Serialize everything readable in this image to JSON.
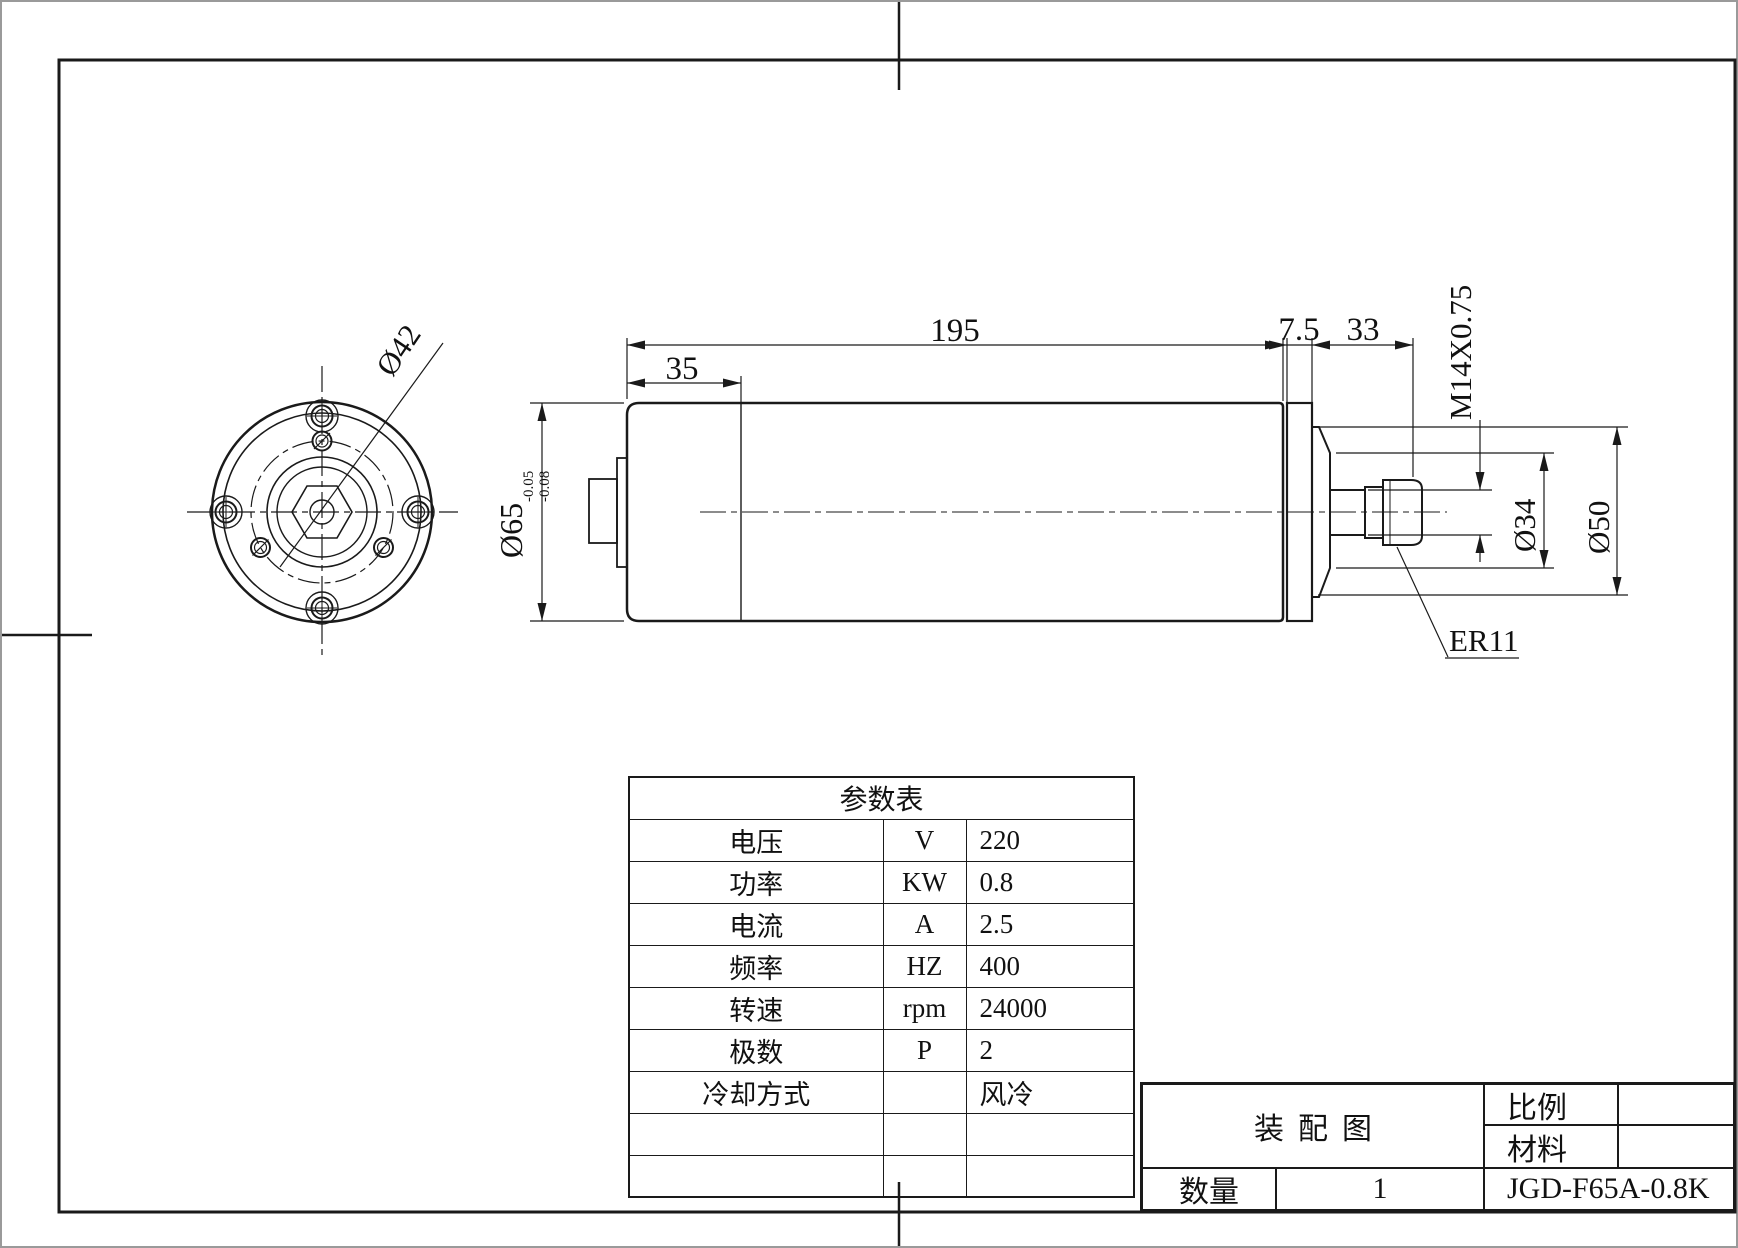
{
  "drawing": {
    "front_view": {
      "dim_bolt_circle": "Ø42"
    },
    "side_view": {
      "dim_length_total": "195",
      "dim_front_section": "35",
      "dim_cap": "7.5",
      "dim_shaft_section": "33",
      "dim_thread": "M14X0.75",
      "dim_body_dia": "Ø65",
      "dim_body_tol_upper": "-0.05",
      "dim_body_tol_lower": "-0.08",
      "dim_nose_dia": "Ø34",
      "dim_flange_dia": "Ø50",
      "label_collet": "ER11"
    }
  },
  "table": {
    "title": "参数表",
    "rows": [
      {
        "name": "电压",
        "unit": "V",
        "value": "220"
      },
      {
        "name": "功率",
        "unit": "KW",
        "value": "0.8"
      },
      {
        "name": "电流",
        "unit": "A",
        "value": "2.5"
      },
      {
        "name": "频率",
        "unit": "HZ",
        "value": "400"
      },
      {
        "name": "转速",
        "unit": "rpm",
        "value": "24000"
      },
      {
        "name": "极数",
        "unit": "P",
        "value": "2"
      },
      {
        "name": "冷却方式",
        "unit": "",
        "value": "风冷"
      },
      {
        "name": "",
        "unit": "",
        "value": ""
      },
      {
        "name": "",
        "unit": "",
        "value": ""
      }
    ]
  },
  "title_block": {
    "drawing_title": "装配图",
    "scale_label": "比例",
    "scale_value": "",
    "material_label": "材料",
    "material_value": "",
    "quantity_label": "数量",
    "quantity_value": "1",
    "model": "JGD-F65A-0.8K"
  }
}
